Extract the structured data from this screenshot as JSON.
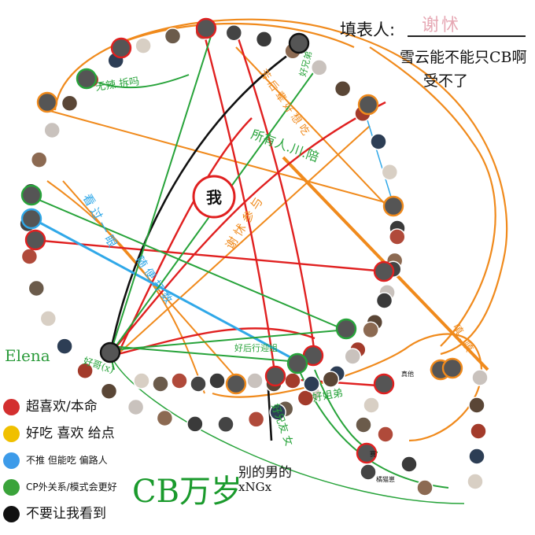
{
  "header": {
    "fill_label": "填表人:",
    "fill_value": "谢怵",
    "note_line1": "雪云能不能只CB啊",
    "note_line2": "受不了"
  },
  "center": {
    "label": "我"
  },
  "legend": [
    {
      "label": "超喜欢/本命",
      "color": "#d32f2f"
    },
    {
      "label": "好吃 喜欢 给点",
      "color": "#f0c000"
    },
    {
      "label": "不推 但能吃 偏路人",
      "color": "#3d9be9"
    },
    {
      "label": "CP外关系/模式会更好",
      "color": "#3aa33a"
    },
    {
      "label": "不要让我看到",
      "color": "#111111"
    }
  ],
  "annotations": {
    "top_left": "无辣.拆吗",
    "mid_green": "所有人.川.陪",
    "orange_diag1": "芳 后 辈 好 想 吃",
    "orange_diag2": "谢 怵 参 与",
    "orange_right": "嗔 . 嗔",
    "blue_diag": "看 过 一 眼",
    "blue_diag2": "随 便 打 数",
    "green_bottom": "好后行迎组",
    "green_sister": "好姐弟",
    "green_pair": "好兄友 女",
    "green_love": "好兄弟",
    "left_pair": "好哥(x)",
    "cb": "CB万岁",
    "ng_line1": "别的男的",
    "ng_line2": "xNGx",
    "elena": "Elena",
    "small1": "真他",
    "small2": "赛",
    "small3": "橘猫崽"
  },
  "palette": {
    "red": "#e02020",
    "orange": "#f08a1c",
    "blue": "#30a8e8",
    "green": "#27a33a",
    "black": "#111111",
    "node_ring": "#ffffff"
  }
}
